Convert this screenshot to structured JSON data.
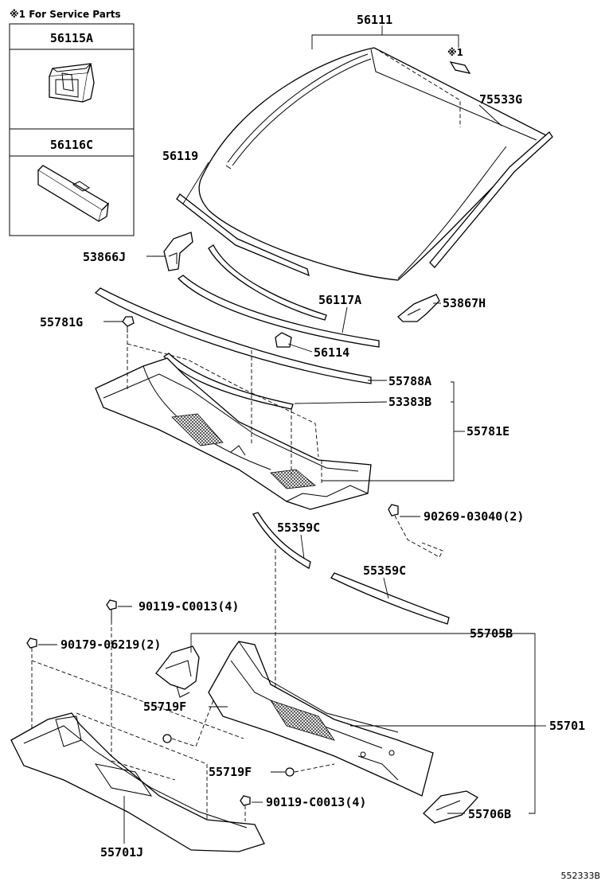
{
  "service_note": "※1 For Service Parts",
  "service_parts": [
    "56115A",
    "56116C"
  ],
  "marker_1": "※1",
  "labels": {
    "p56111": "56111",
    "p75533G": "75533G",
    "p56119": "56119",
    "p53866J": "53866J",
    "p56117A": "56117A",
    "p53867H": "53867H",
    "p55781G": "55781G",
    "p56114": "56114",
    "p55788A": "55788A",
    "p53383B": "53383B",
    "p55781E": "55781E",
    "p90269": "90269-03040(2)",
    "p55359C_1": "55359C",
    "p55359C_2": "55359C",
    "p90119_top": "90119-C0013(4)",
    "p90179": "90179-06219(2)",
    "p55705B": "55705B",
    "p55719F_1": "55719F",
    "p55701": "55701",
    "p55719F_2": "55719F",
    "p90119_bottom": "90119-C0013(4)",
    "p55706B": "55706B",
    "p55701J": "55701J"
  },
  "diagram_code": "552333B"
}
